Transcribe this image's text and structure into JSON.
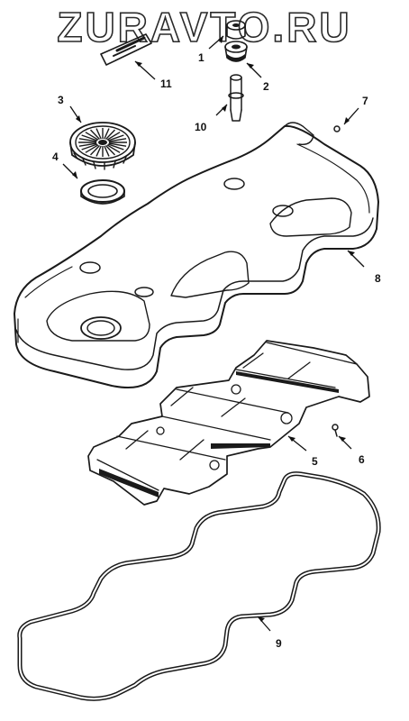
{
  "watermark": "ZURAVTO.RU",
  "callouts": {
    "c1": "1",
    "c2": "2",
    "c3": "3",
    "c4": "4",
    "c5": "5",
    "c6": "6",
    "c7": "7",
    "c8": "8",
    "c9": "9",
    "c10": "10",
    "c11": "11"
  },
  "colors": {
    "ink": "#1a1a1a",
    "background": "#ffffff"
  }
}
